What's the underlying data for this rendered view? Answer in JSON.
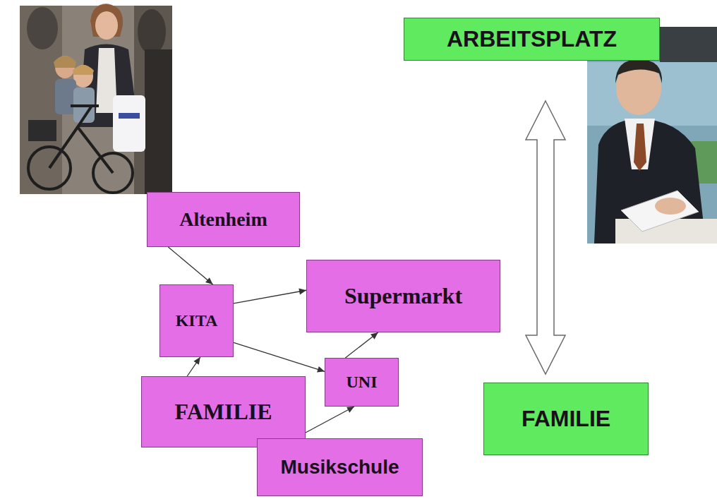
{
  "diagram": {
    "nodes": [
      {
        "text": [
          "Altenheim"
        ]
      },
      {
        "text": [
          "KITA"
        ]
      },
      {
        "text": [
          "Supermarkt"
        ]
      },
      {
        "text": [
          "UNI"
        ]
      },
      {
        "text": [
          "FAMILIE"
        ]
      },
      {
        "text": [
          "Musikschule"
        ]
      },
      {
        "text": [
          "ARBEITSPLATZ"
        ]
      },
      {
        "text": [
          "FAMILIE"
        ]
      }
    ],
    "edges": [
      {
        "from": 0,
        "to": 1,
        "arrow": "to"
      },
      {
        "from": 1,
        "to": 2,
        "arrow": "to"
      },
      {
        "from": 1,
        "to": 3,
        "arrow": "to"
      },
      {
        "from": 4,
        "to": 1,
        "arrow": "to"
      },
      {
        "from": 3,
        "to": 2,
        "arrow": "to"
      },
      {
        "from": 5,
        "to": 3,
        "arrow": "to"
      },
      {
        "from": 6,
        "to": 7,
        "arrow": "both"
      }
    ]
  }
}
